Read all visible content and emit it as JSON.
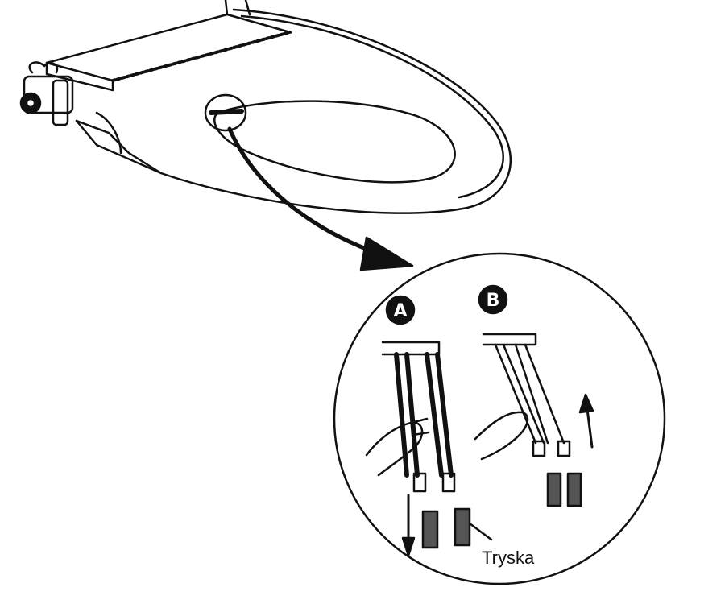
{
  "diagram": {
    "step_a_label": "A",
    "step_b_label": "B",
    "nozzle_label": "Tryska",
    "line_color": "#111111",
    "background": "#ffffff"
  }
}
